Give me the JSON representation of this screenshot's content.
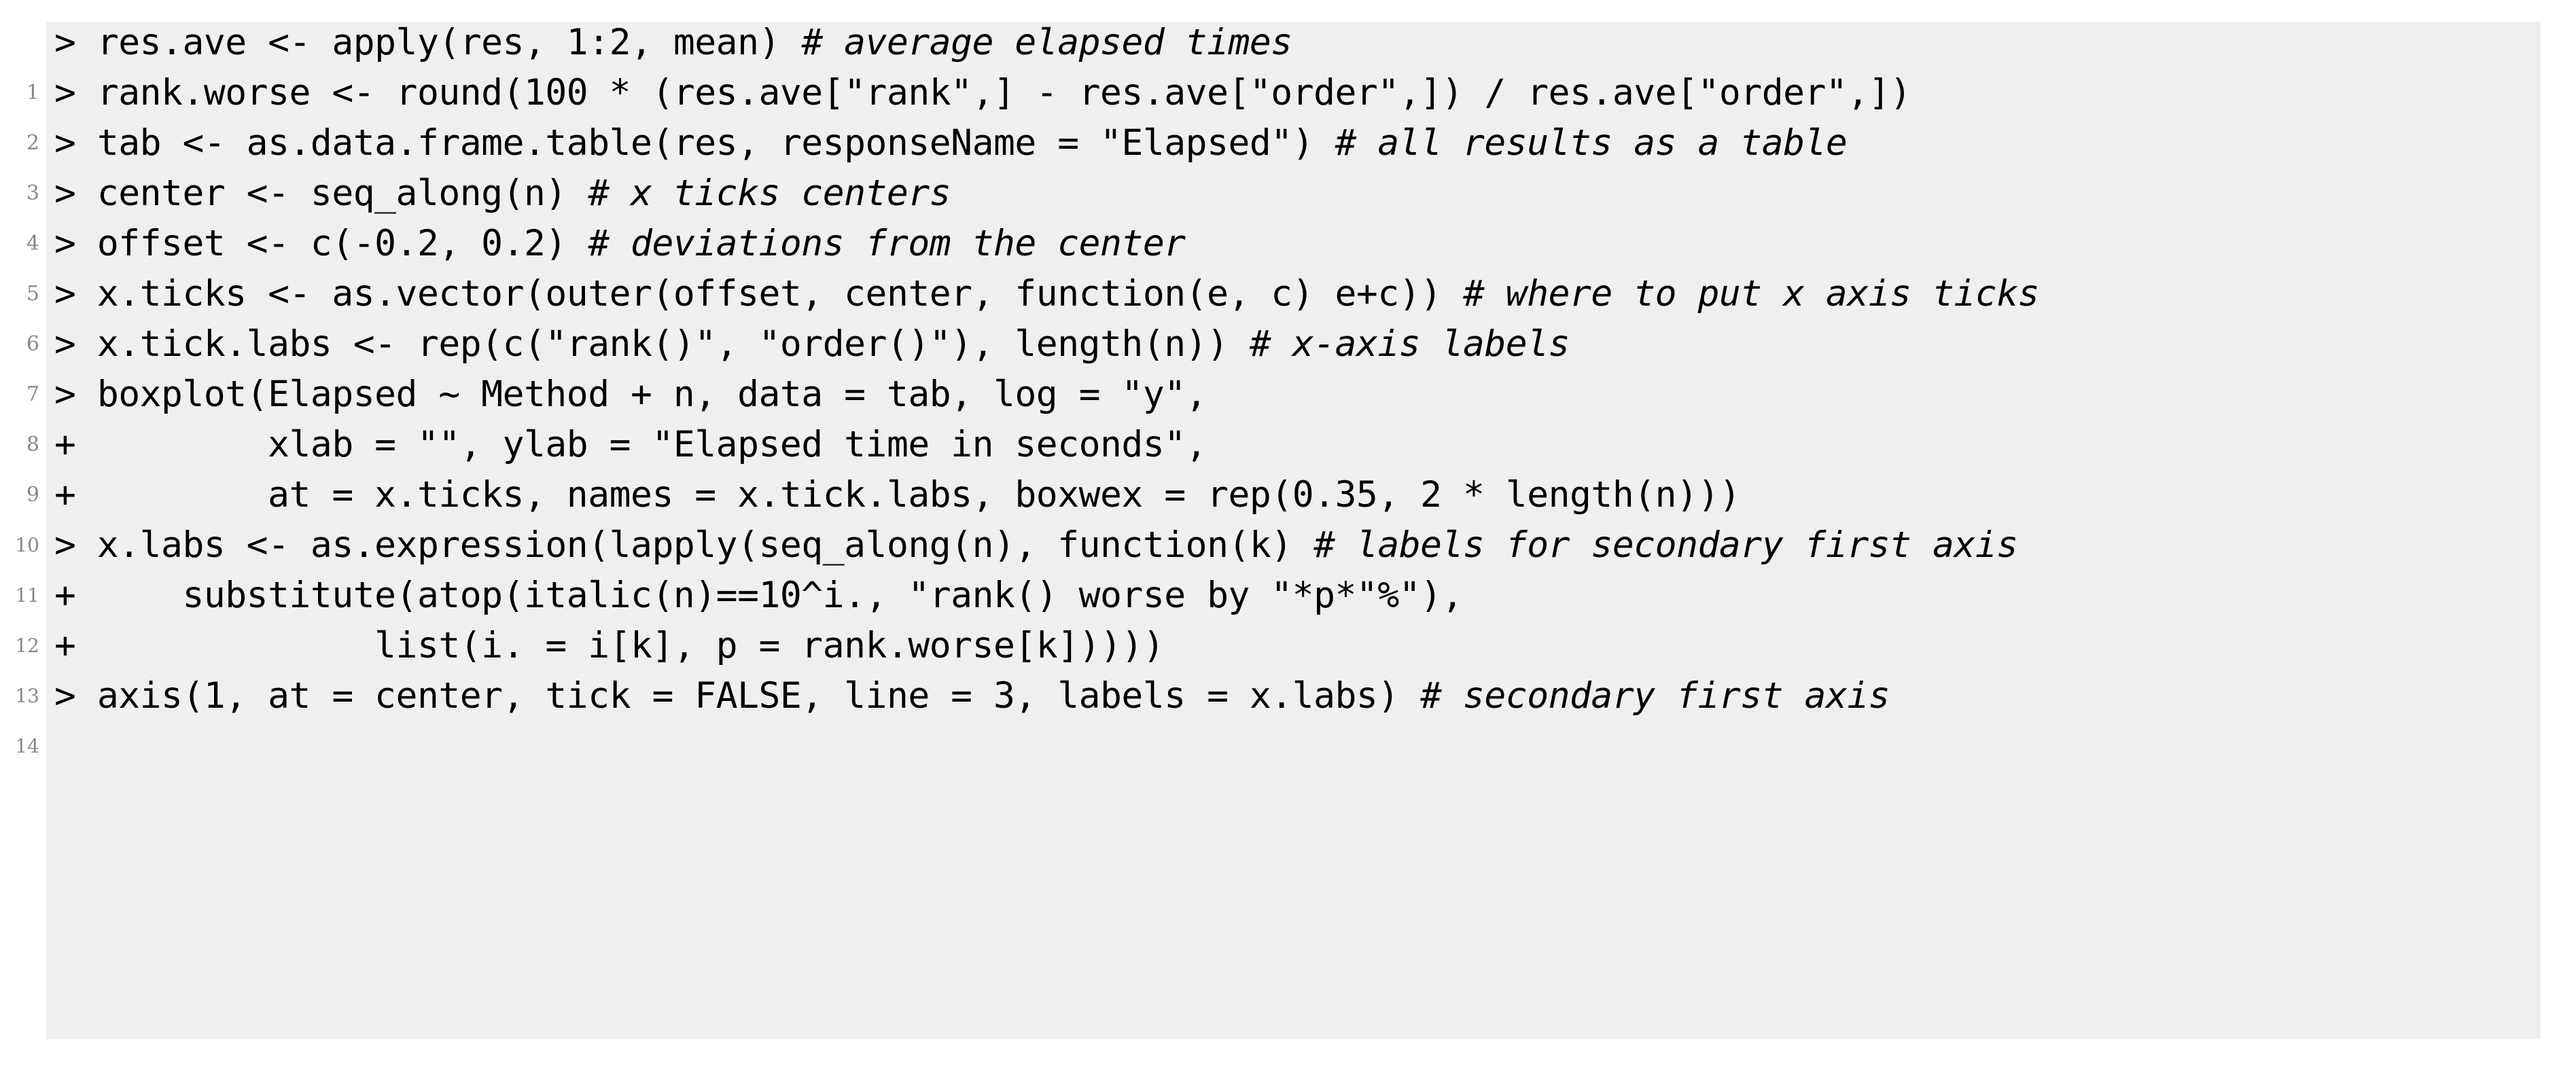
{
  "listing": {
    "language": "R",
    "background_color": "#efefef",
    "text_color": "#000000",
    "line_number_color": "#888888",
    "comment_style": "italic",
    "prompt_symbol": ">",
    "continuation_symbol": "+",
    "lines": [
      {
        "number": "1",
        "code": "> res.ave <- apply(res, 1:2, mean) ",
        "comment": "# average elapsed times"
      },
      {
        "number": "2",
        "code": "> rank.worse <- round(100 * (res.ave[\"rank\",] - res.ave[\"order\",]) / res.ave[\"order\",])",
        "comment": ""
      },
      {
        "number": "3",
        "code": "> tab <- as.data.frame.table(res, responseName = \"Elapsed\") ",
        "comment": "# all results as a table"
      },
      {
        "number": "4",
        "code": "> center <- seq_along(n) ",
        "comment": "# x ticks centers"
      },
      {
        "number": "5",
        "code": "> offset <- c(-0.2, 0.2) ",
        "comment": "# deviations from the center"
      },
      {
        "number": "6",
        "code": "> x.ticks <- as.vector(outer(offset, center, function(e, c) e+c)) ",
        "comment": "# where to put x axis ticks"
      },
      {
        "number": "7",
        "code": "> x.tick.labs <- rep(c(\"rank()\", \"order()\"), length(n)) ",
        "comment": "# x-axis labels"
      },
      {
        "number": "8",
        "code": "> boxplot(Elapsed ~ Method + n, data = tab, log = \"y\",",
        "comment": ""
      },
      {
        "number": "9",
        "code": "+         xlab = \"\", ylab = \"Elapsed time in seconds\",",
        "comment": ""
      },
      {
        "number": "10",
        "code": "+         at = x.ticks, names = x.tick.labs, boxwex = rep(0.35, 2 * length(n)))",
        "comment": ""
      },
      {
        "number": "11",
        "code": "> x.labs <- as.expression(lapply(seq_along(n), function(k) ",
        "comment": "# labels for secondary first axis"
      },
      {
        "number": "12",
        "code": "+     substitute(atop(italic(n)==10^i., \"rank() worse by \"*p*\"%\"),",
        "comment": ""
      },
      {
        "number": "13",
        "code": "+              list(i. = i[k], p = rank.worse[k]))))",
        "comment": ""
      },
      {
        "number": "14",
        "code": "> axis(1, at = center, tick = FALSE, line = 3, labels = x.labs) ",
        "comment": "# secondary first axis"
      }
    ]
  }
}
